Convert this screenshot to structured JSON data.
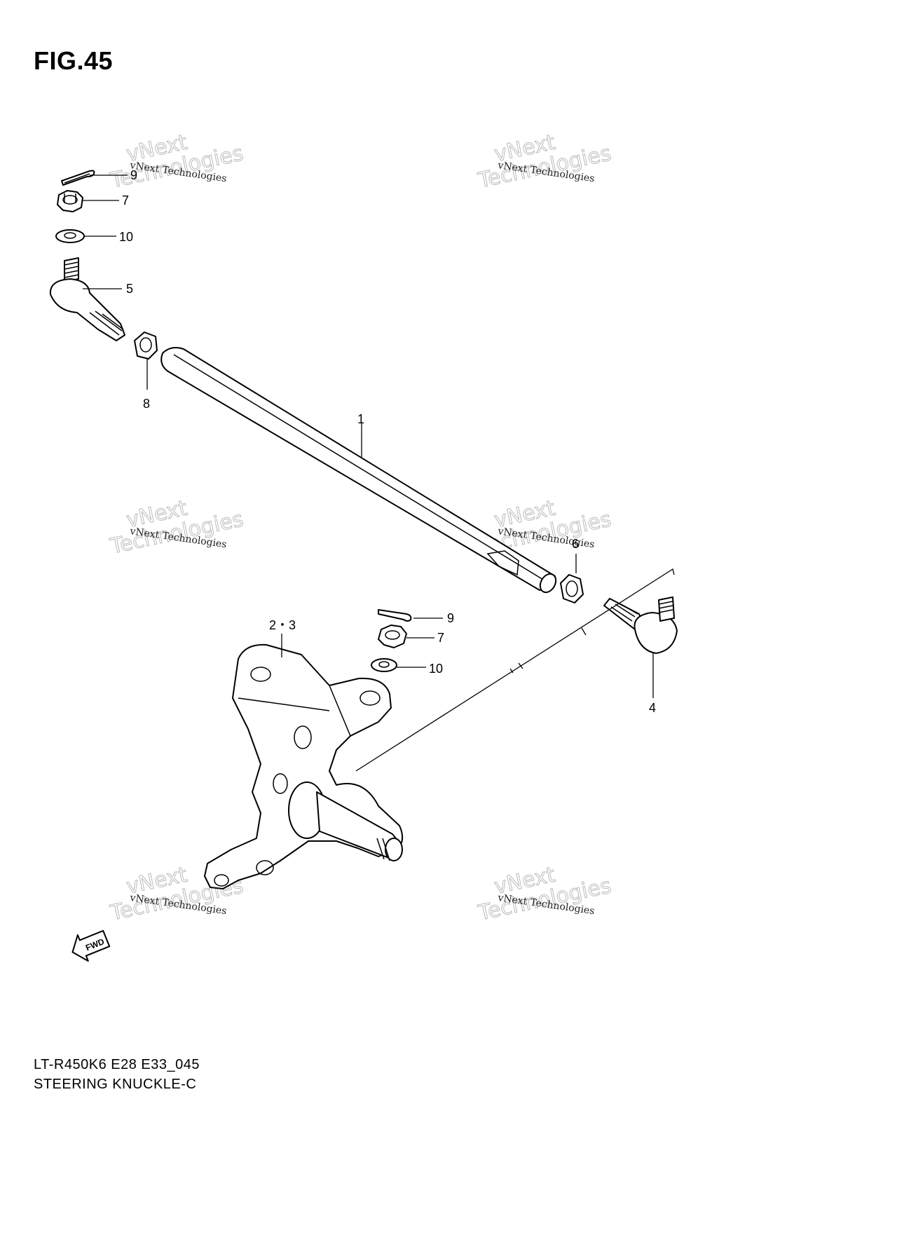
{
  "figure": {
    "title": "FIG.45",
    "model_code": "LT-R450K6 E28 E33_045",
    "name": "STEERING KNUCKLE-C"
  },
  "callouts": {
    "c1": "1",
    "c23": "2・3",
    "c4": "4",
    "c5": "5",
    "c6": "6",
    "c7a": "7",
    "c7b": "7",
    "c8": "8",
    "c9a": "9",
    "c9b": "9",
    "c10a": "10",
    "c10b": "10"
  },
  "watermark": {
    "line1": "vNext Technologies",
    "line2": "vNext",
    "line3": "Technologies"
  },
  "fwd_label": "FWD"
}
